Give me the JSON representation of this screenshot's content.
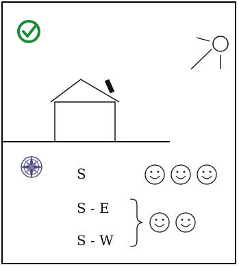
{
  "colors": {
    "check": "#1f8a3a",
    "ink": "#111111",
    "compass": "#4a4a7a"
  },
  "icons": {
    "status": "checkmark-circle-icon",
    "sun": "sun-icon",
    "compass": "compass-rose-icon",
    "smiley": "smiley-face-icon"
  },
  "orientations": [
    {
      "label": "S",
      "rating": 3
    },
    {
      "label": "S - E",
      "rating": 2
    },
    {
      "label": "S - W",
      "rating": 2
    }
  ]
}
